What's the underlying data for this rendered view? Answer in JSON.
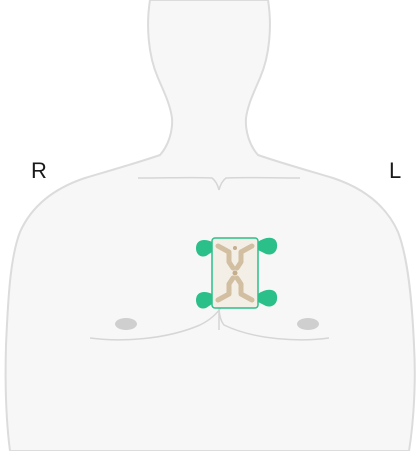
{
  "labels": {
    "right": "R",
    "left": "L"
  },
  "diagram": {
    "subject": "torso-outline",
    "device": "ecg-patch",
    "placement": "center-chest"
  },
  "colors": {
    "body_fill": "#f7f7f7",
    "body_outline": "#dcdcdc",
    "nipple": "#cfcfcf",
    "patch_accent": "#2bbf8a",
    "patch_fill": "#f4efe6",
    "patch_trace": "#d2bfa2"
  }
}
